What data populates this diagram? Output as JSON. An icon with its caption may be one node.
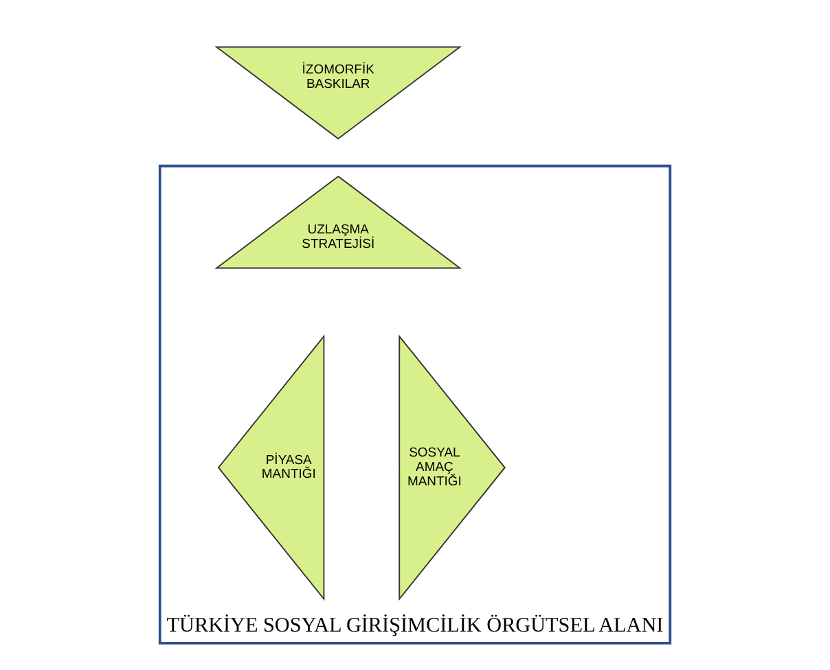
{
  "diagram": {
    "nodes": [
      {
        "text": [
          "İZOMORFİK BASKILAR"
        ]
      },
      {
        "text": [
          "TÜRKİYE SOSYAL GİRİŞİMCİLİK ÖRGÜTSEL ALANI"
        ]
      },
      {
        "text": [
          "UZLAŞMA STRATEJİSİ"
        ],
        "in": 1
      },
      {
        "text": [
          "PİYASA MANTIĞI"
        ],
        "in": 1
      },
      {
        "text": [
          "SOSYAL AMAÇ MANTIĞI"
        ],
        "in": 1
      }
    ],
    "edges": []
  }
}
